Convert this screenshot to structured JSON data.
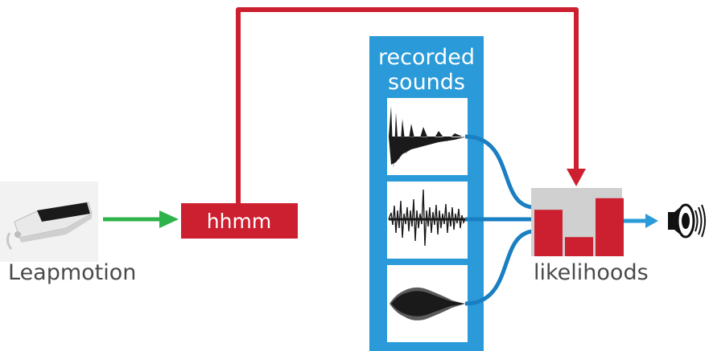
{
  "labels": {
    "leapmotion": "Leapmotion",
    "hhmm": "hhmm",
    "recorded_line1": "recorded",
    "recorded_line2": "sounds",
    "likelihoods": "likelihoods"
  },
  "likelihood_bars": [
    0.68,
    0.28,
    0.85
  ],
  "colors": {
    "red": "#cc1f2f",
    "blue": "#2a9ad8",
    "green": "#2eb34a",
    "gray_panel": "#d0d0d0",
    "text": "#4a4a4a"
  },
  "icons": {
    "device": "leap-motion-device",
    "speaker": "speaker-icon"
  }
}
